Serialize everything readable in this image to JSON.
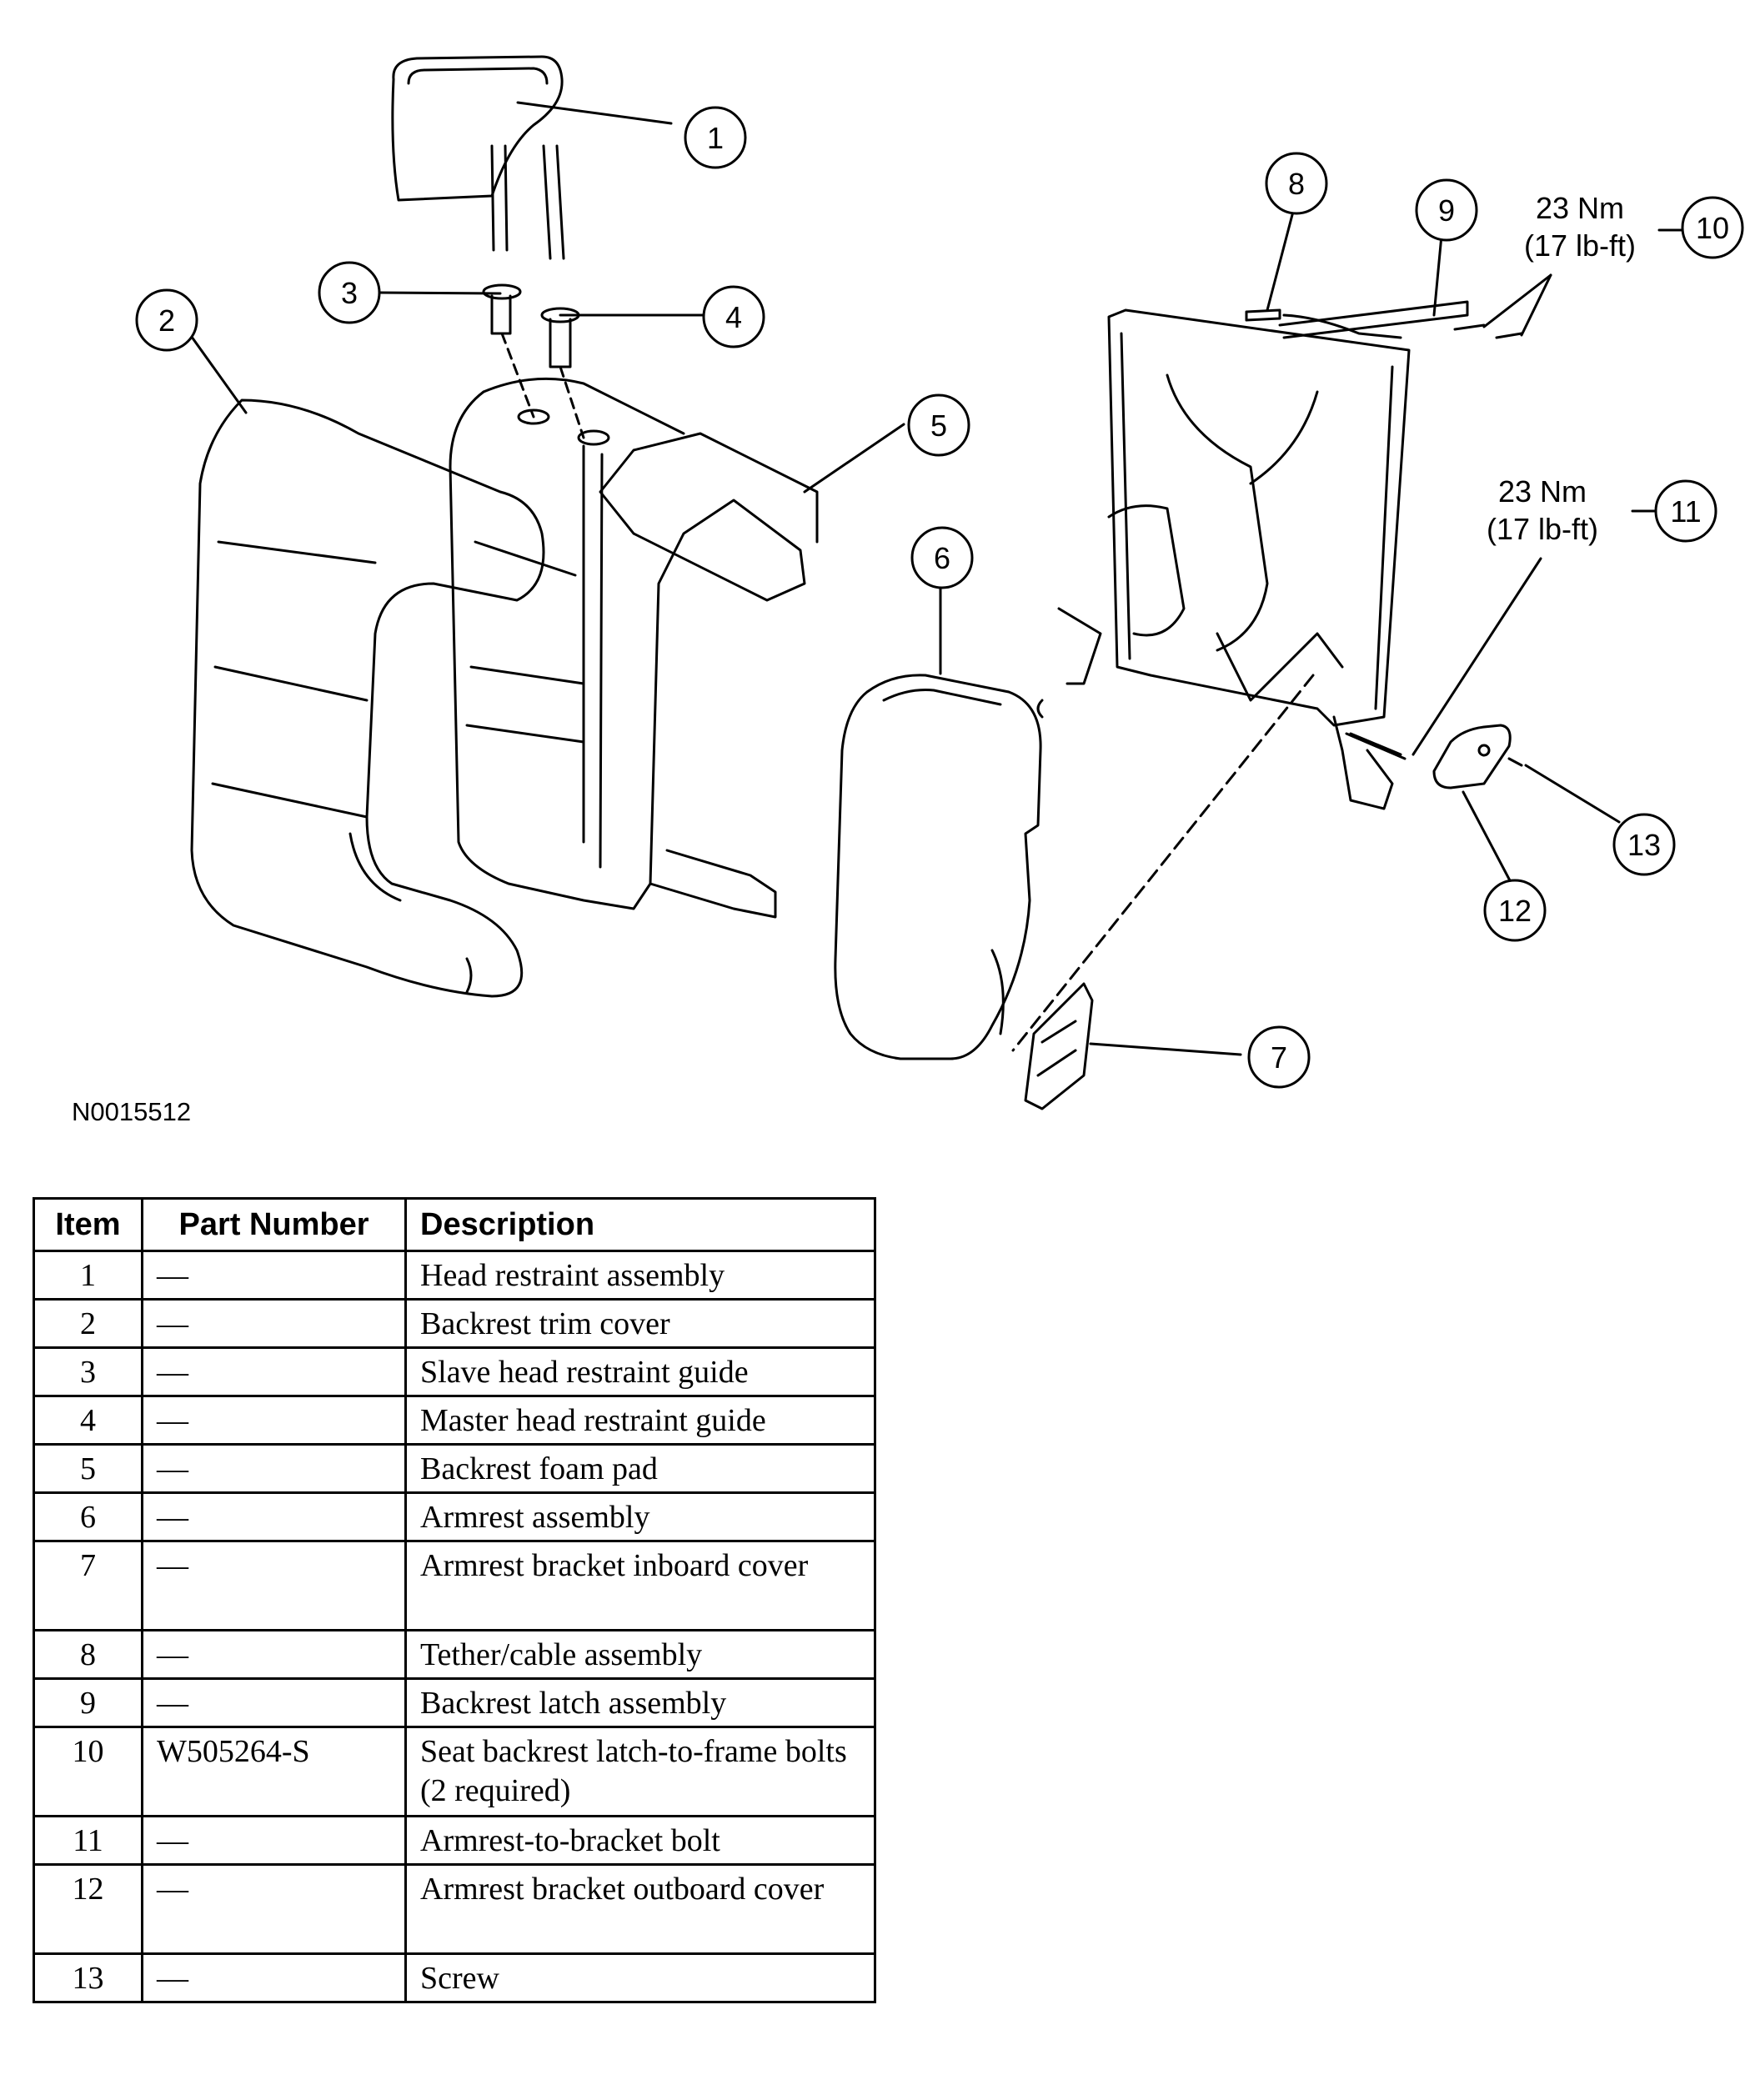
{
  "figure_id": "N0015512",
  "callouts": [
    {
      "num": "1"
    },
    {
      "num": "2"
    },
    {
      "num": "3"
    },
    {
      "num": "4"
    },
    {
      "num": "5"
    },
    {
      "num": "6"
    },
    {
      "num": "7"
    },
    {
      "num": "8"
    },
    {
      "num": "9"
    },
    {
      "num": "10"
    },
    {
      "num": "11"
    },
    {
      "num": "12"
    },
    {
      "num": "13"
    }
  ],
  "torque_labels": [
    {
      "metric": "23 Nm",
      "imperial": "(17 lb-ft)"
    },
    {
      "metric": "23 Nm",
      "imperial": "(17 lb-ft)"
    }
  ],
  "table": {
    "headers": [
      "Item",
      "Part Number",
      "Description"
    ],
    "rows": [
      {
        "item": "1",
        "part": "—",
        "desc": "Head restraint assembly"
      },
      {
        "item": "2",
        "part": "—",
        "desc": "Backrest trim cover"
      },
      {
        "item": "3",
        "part": "—",
        "desc": "Slave head restraint guide"
      },
      {
        "item": "4",
        "part": "—",
        "desc": "Master head restraint guide"
      },
      {
        "item": "5",
        "part": "—",
        "desc": "Backrest foam pad"
      },
      {
        "item": "6",
        "part": "—",
        "desc": "Armrest assembly"
      },
      {
        "item": "7",
        "part": "—",
        "desc": "Armrest bracket inboard cover"
      },
      {
        "item": "8",
        "part": "—",
        "desc": "Tether/cable assembly"
      },
      {
        "item": "9",
        "part": "—",
        "desc": "Backrest latch assembly"
      },
      {
        "item": "10",
        "part": "W505264-S",
        "desc": "Seat backrest latch-to-frame bolts (2 required)"
      },
      {
        "item": "11",
        "part": "—",
        "desc": "Armrest-to-bracket bolt"
      },
      {
        "item": "12",
        "part": "—",
        "desc": "Armrest bracket outboard cover"
      },
      {
        "item": "13",
        "part": "—",
        "desc": "Screw"
      }
    ]
  }
}
